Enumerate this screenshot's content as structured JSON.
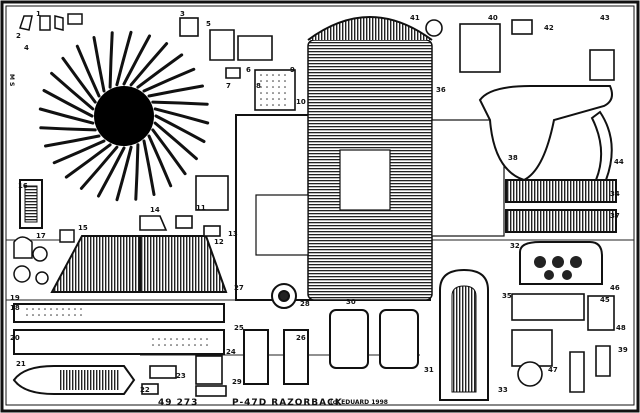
{
  "sheet": {
    "catalog": "49 273",
    "title": "P-47D  RAZORBACK",
    "copyright": "(c)  EDUARD  1998",
    "side_mark": "M S"
  },
  "part_numbers": {
    "p1": "1",
    "p2": "2",
    "p3": "3",
    "p4": "4",
    "p5": "5",
    "p6": "6",
    "p7": "7",
    "p8": "8",
    "p9": "9",
    "p10": "10",
    "p11": "11",
    "p12": "12",
    "p13": "13",
    "p14": "14",
    "p15": "15",
    "p16": "16",
    "p17": "17",
    "p18": "18",
    "p19": "19",
    "p20": "20",
    "p21": "21",
    "p22": "22",
    "p23": "23",
    "p24": "24",
    "p25": "25",
    "p26": "26",
    "p27": "27",
    "p28": "28",
    "p29": "29",
    "p30": "30",
    "p31": "31",
    "p32": "32",
    "p33": "33",
    "p34": "34",
    "p35": "35",
    "p36": "36",
    "p37": "37",
    "p38": "38",
    "p39": "39",
    "p40": "40",
    "p41": "41",
    "p42": "42",
    "p43": "43",
    "p44": "44",
    "p45": "45",
    "p46": "46",
    "p47": "47",
    "p48": "48"
  }
}
